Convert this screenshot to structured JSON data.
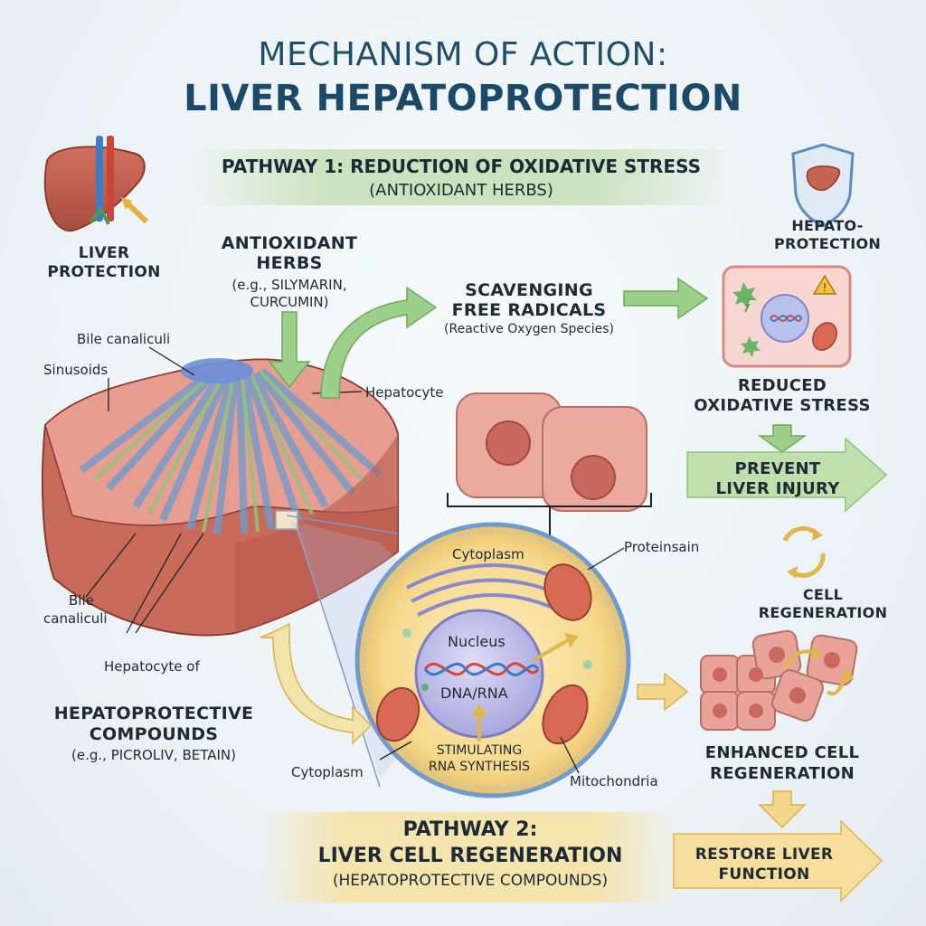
{
  "title": {
    "line1": "MECHANISM OF ACTION:",
    "line2": "LIVER HEPATOPROTECTION"
  },
  "pathway1": {
    "title": "PATHWAY 1: REDUCTION OF OXIDATIVE STRESS",
    "subtitle": "(ANTIOXIDANT HERBS)"
  },
  "pathway2": {
    "title_line1": "PATHWAY 2:",
    "title_line2": "LIVER CELL REGENERATION",
    "subtitle": "(HEPATOPROTECTIVE COMPOUNDS)"
  },
  "liver_protection": {
    "line1": "LIVER",
    "line2": "PROTECTION"
  },
  "hepato_protection": {
    "line1": "HEPATO-",
    "line2": "PROTECTION"
  },
  "antioxidant": {
    "line1": "ANTIOXIDANT",
    "line2": "HERBS",
    "ex1": "(e.g., SILYMARIN,",
    "ex2": "CURCUMIN)"
  },
  "scavenging": {
    "line1": "SCAVENGING",
    "line2": "FREE RADICALS",
    "sub": "(Reactive Oxygen Species)"
  },
  "reduced": {
    "line1": "REDUCED",
    "line2": "OXIDATIVE STRESS"
  },
  "prevent": {
    "line1": "PREVENT",
    "line2": "LIVER INJURY"
  },
  "cell_regen": {
    "line1": "CELL",
    "line2": "REGENERATION"
  },
  "enhanced": {
    "line1": "ENHANCED CELL",
    "line2": "REGENERATION"
  },
  "restore": {
    "line1": "RESTORE LIVER",
    "line2": "FUNCTION"
  },
  "hepatoprotective": {
    "line1": "HEPATOPROTECTIVE",
    "line2": "COMPOUNDS",
    "ex": "(e.g., PICROLIV, BETAIN)"
  },
  "tissue_labels": {
    "bile_canaliculi_top": "Bile canaliculi",
    "sinusoids": "Sinusoids",
    "hepatocyte": "Hepatocyte",
    "bile_bottom_1": "Bile",
    "bile_bottom_2": "canaliculi",
    "hepatocyte_of": "Hepatocyte of"
  },
  "cell_labels": {
    "cytoplasm_top": "Cytoplasm",
    "proteinsain": "Proteinsain",
    "nucleus": "Nucleus",
    "dna_rna": "DNA/RNA",
    "stim1": "STIMULATING",
    "stim2": "RNA SYNTHESIS",
    "cytoplasm_bottom": "Cytoplasm",
    "mitochondria": "Mitochondria"
  },
  "colors": {
    "green_arrow": "#8cc47a",
    "yellow_arrow": "#e8c66a",
    "title_blue": "#1b4a68",
    "liver_red": "#b85a4c",
    "cell_pink": "#e9a9a0"
  }
}
